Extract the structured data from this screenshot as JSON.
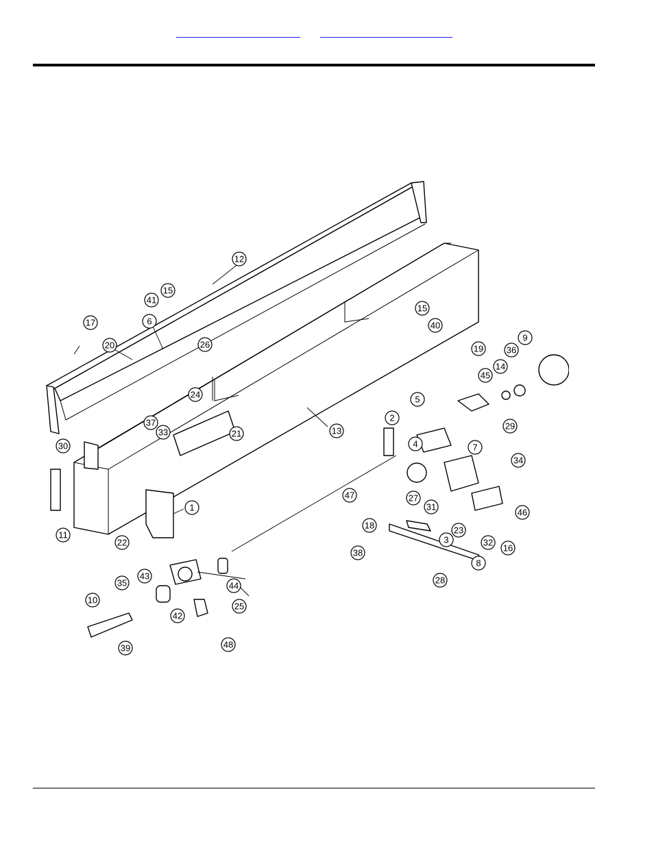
{
  "header": {
    "links": [
      {
        "label": ""
      },
      {
        "label": ""
      }
    ]
  },
  "diagram": {
    "callouts": [
      "1",
      "2",
      "3",
      "4",
      "5",
      "6",
      "7",
      "8",
      "9",
      "10",
      "11",
      "12",
      "13",
      "14",
      "15",
      "15",
      "16",
      "17",
      "18",
      "19",
      "20",
      "21",
      "22",
      "23",
      "24",
      "25",
      "26",
      "27",
      "28",
      "29",
      "30",
      "31",
      "32",
      "33",
      "34",
      "35",
      "36",
      "37",
      "38",
      "39",
      "40",
      "41",
      "42",
      "43",
      "44",
      "45",
      "46",
      "47",
      "48"
    ]
  },
  "colors": {
    "rule": "#000000",
    "link": "#1a1aff"
  }
}
